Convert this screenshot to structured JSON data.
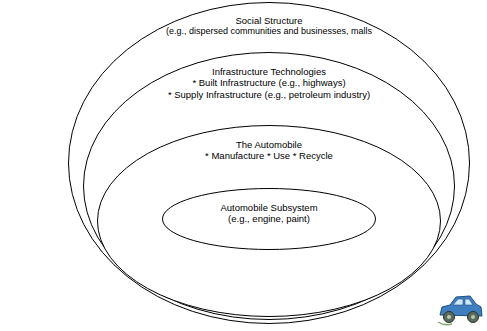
{
  "diagram": {
    "nodes": [
      {
        "text": [
          "Social Structure",
          "(e.g., dispersed communities and businesses, malls"
        ]
      },
      {
        "text": [
          "Infrastructure Technologies",
          "* Built Infrastructure (e.g., highways)",
          "* Supply Infrastructure (e.g., petroleum industry)"
        ],
        "in": 0
      },
      {
        "text": [
          "The Automobile",
          "* Manufacture * Use * Recycle"
        ],
        "in": 1
      },
      {
        "text": [
          "Automobile Subsystem",
          "(e.g., engine, paint)"
        ],
        "in": 2
      }
    ]
  }
}
